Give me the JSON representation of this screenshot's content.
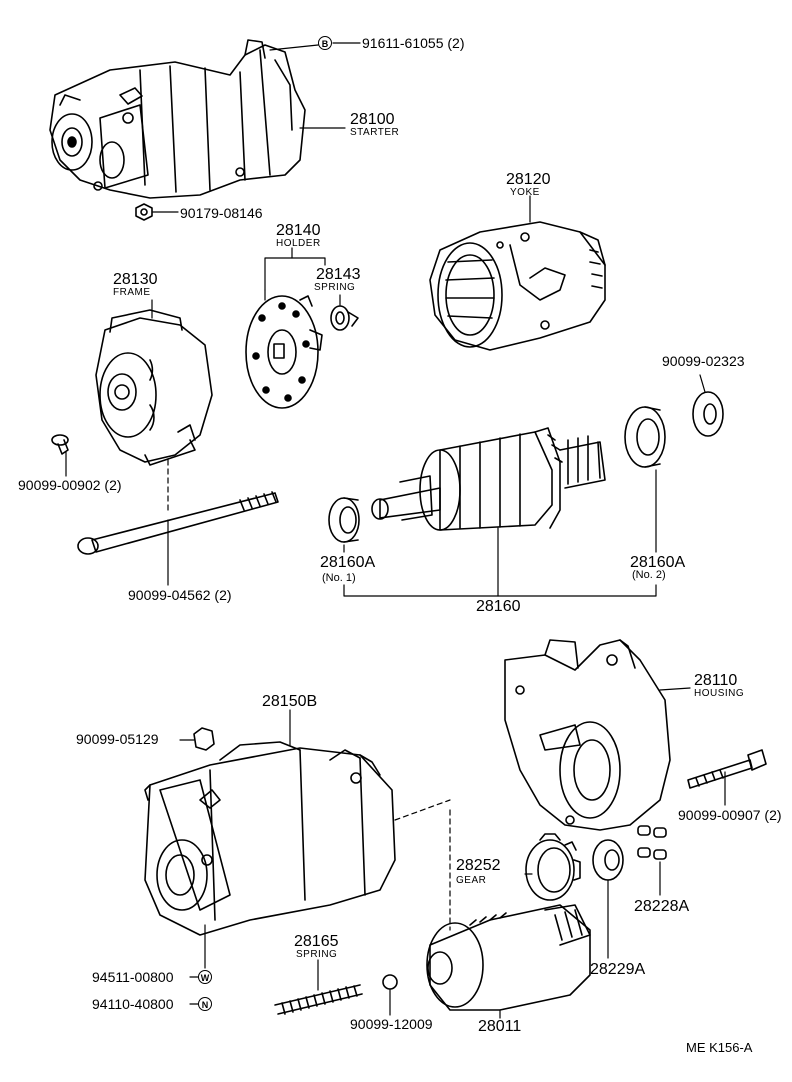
{
  "parts": {
    "p_91611": "91611-61055 (2)",
    "mark_b": "B",
    "p_28100": "28100",
    "n_starter": "STARTER",
    "p_90179": "90179-08146",
    "p_28120": "28120",
    "n_yoke": "YOKE",
    "p_28140": "28140",
    "n_holder": "HOLDER",
    "p_28143": "28143",
    "n_spring1": "SPRING",
    "p_28130": "28130",
    "n_frame": "FRAME",
    "p_90099_02323": "90099-02323",
    "p_90099_00902": "90099-00902 (2)",
    "p_90099_04562": "90099-04562 (2)",
    "p_28160a_1": "28160A",
    "n_no1": "(No. 1)",
    "p_28160a_2": "28160A",
    "n_no2": "(No. 2)",
    "p_28160": "28160",
    "p_28110": "28110",
    "n_housing": "HOUSING",
    "p_28150b": "28150B",
    "p_90099_05129": "90099-05129",
    "p_90099_00907": "90099-00907 (2)",
    "p_28252": "28252",
    "n_gear": "GEAR",
    "p_28228a": "28228A",
    "p_28229a": "28229A",
    "p_28165": "28165",
    "n_spring2": "SPRING",
    "p_94511": "94511-00800",
    "mark_w": "W",
    "p_94110": "94110-40800",
    "mark_n": "N",
    "p_90099_12009": "90099-12009",
    "p_28011": "28011"
  },
  "reference": "ME  K156-A"
}
